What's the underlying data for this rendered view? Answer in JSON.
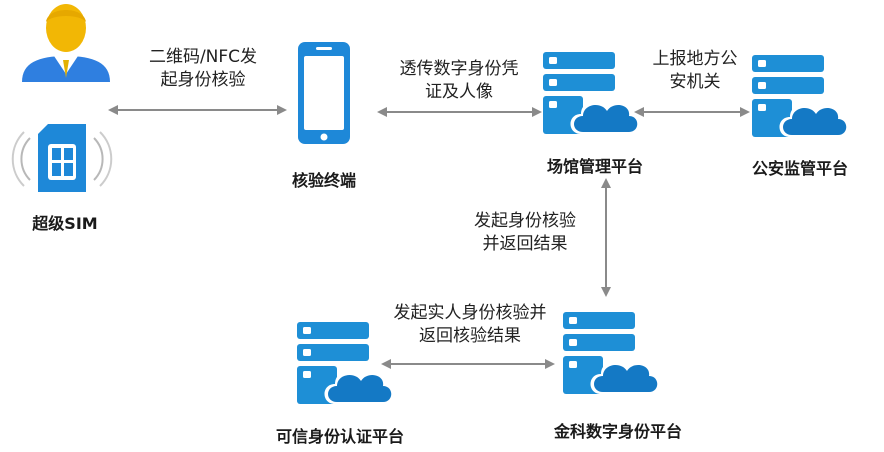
{
  "nodes": {
    "user": {
      "icon": "user-avatar-icon"
    },
    "super_sim": {
      "label": "超级SIM",
      "icon": "sim-card-nfc-icon"
    },
    "verify_terminal": {
      "label": "核验终端",
      "icon": "mobile-phone-icon"
    },
    "venue_platform": {
      "label": "场馆管理平台",
      "icon": "cloud-server-icon"
    },
    "police_platform": {
      "label": "公安监管平台",
      "icon": "cloud-server-icon"
    },
    "trusted_auth_platform": {
      "label": "可信身份认证平台",
      "icon": "cloud-server-icon"
    },
    "jinke_platform": {
      "label": "金科数字身份平台",
      "icon": "cloud-server-icon"
    }
  },
  "edges": {
    "sim_to_terminal": {
      "line1": "二维码/NFC发",
      "line2": "起身份核验"
    },
    "terminal_to_venue": {
      "line1": "透传数字身份凭",
      "line2": "证及人像"
    },
    "venue_to_police": {
      "line1": "上报地方公",
      "line2": "安机关"
    },
    "venue_to_jinke": {
      "line1": "发起身份核验",
      "line2": "并返回结果"
    },
    "trusted_to_jinke": {
      "line1": "发起实人身份核验并",
      "line2": "返回核验结果"
    }
  },
  "colors": {
    "server_blue": "#1e8fd6",
    "cloud_blue": "#1479c5",
    "arrow_gray": "#8a8a8a",
    "phone_blue": "#1e88d8",
    "user_yellow": "#f2b705",
    "user_blue": "#2f7fe0"
  }
}
